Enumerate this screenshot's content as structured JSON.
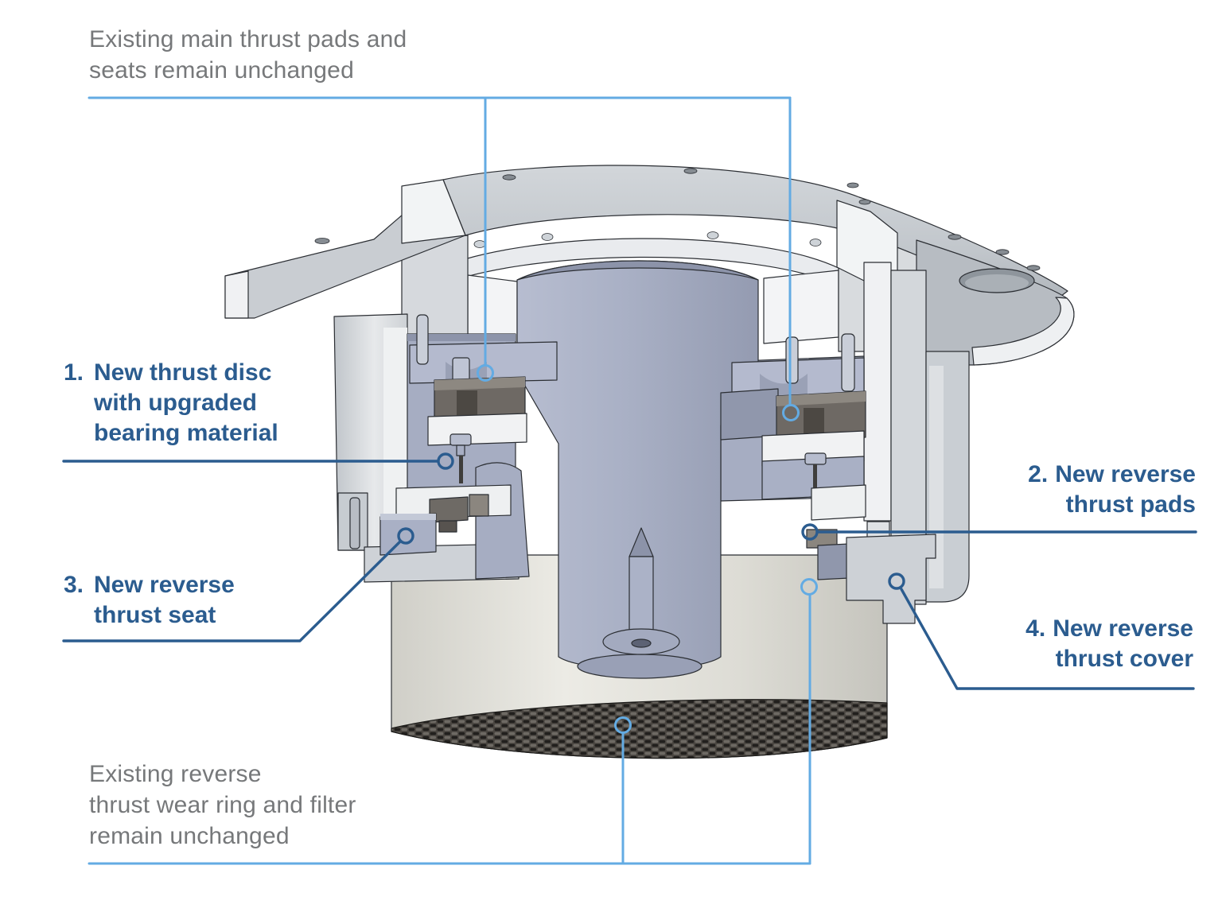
{
  "diagram": {
    "notes": {
      "top": {
        "lines": [
          "Existing main thrust pads and",
          "seats remain unchanged"
        ]
      },
      "bottom": {
        "lines": [
          "Existing reverse",
          "thrust wear ring and filter",
          "remain unchanged"
        ]
      }
    },
    "callouts": {
      "c1": {
        "num": "1.",
        "lines": [
          "New thrust disc",
          "with upgraded",
          "bearing material"
        ]
      },
      "c2": {
        "num": "2.",
        "lines": [
          "New reverse",
          "thrust pads"
        ]
      },
      "c3": {
        "num": "3.",
        "lines": [
          "New reverse",
          "thrust seat"
        ]
      },
      "c4": {
        "num": "4.",
        "lines": [
          "New reverse",
          "thrust cover"
        ]
      }
    },
    "colors": {
      "new_part_accent": "#2b5c8f",
      "existing_part_accent": "#63abe3",
      "existing_text": "#76787a"
    }
  }
}
